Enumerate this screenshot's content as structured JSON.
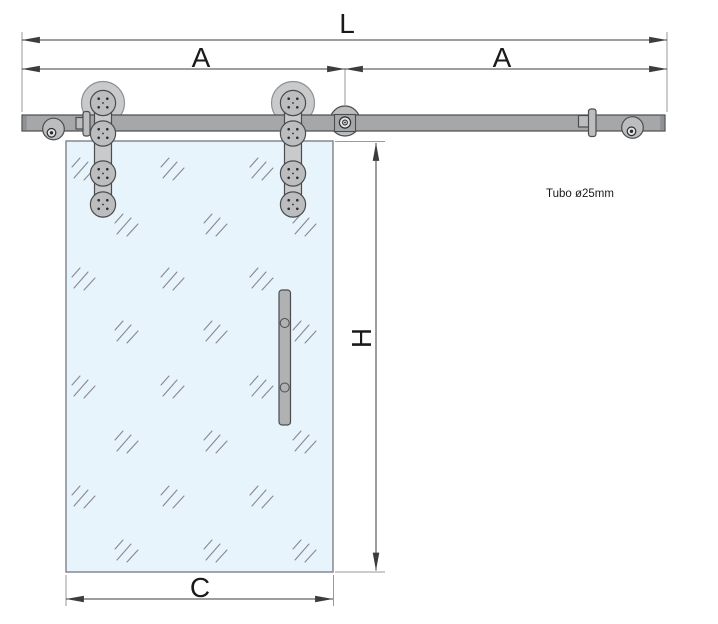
{
  "dimension_labels": {
    "total_length": "L",
    "left_span": "A",
    "right_span": "A",
    "door_height": "H",
    "door_width": "C"
  },
  "annotations": {
    "tube_spec": "Tubo ø25mm"
  },
  "colors": {
    "background": "#ffffff",
    "rail": "#a5a7a9",
    "rail_end": "#8f9193",
    "hardware_light": "#c9cacc",
    "hardware_mid": "#bcbdbf",
    "hardware_deep": "#b0b1b3",
    "outline": "#4a4c4e",
    "wheel_outline": "#8e9093",
    "screw_light": "#e2e3e5",
    "screw_dark": "#2e2e30",
    "glass_fill": "#e8f4fb",
    "glass_border": "#7c8288",
    "hatch": "#8b8590",
    "dim_line": "#3c3c3c",
    "ext_line": "#9a9a9a",
    "label": "#1a1a1a"
  }
}
